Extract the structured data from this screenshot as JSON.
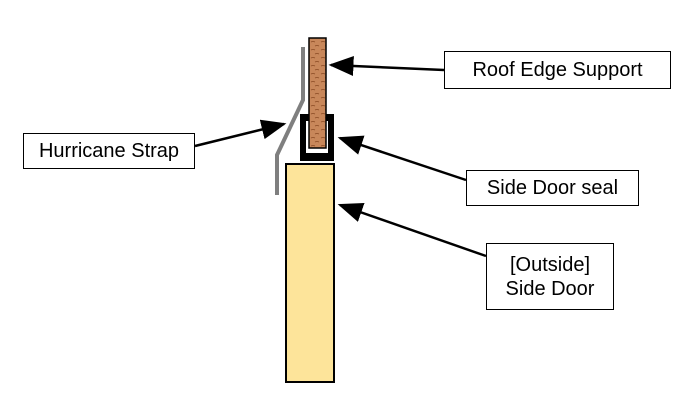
{
  "labels": {
    "roof_edge_support": "Roof Edge Support",
    "hurricane_strap": "Hurricane Strap",
    "side_door_seal": "Side Door seal",
    "side_door_line1": "[Outside]",
    "side_door_line2": "Side Door"
  },
  "colors": {
    "roof_edge_support": "#c8875a",
    "roof_edge_grain": "#8a4a22",
    "door": "#fde49a",
    "seal": "#000000",
    "strap": "#7f7f7f",
    "outline": "#000000",
    "background": "#ffffff"
  }
}
